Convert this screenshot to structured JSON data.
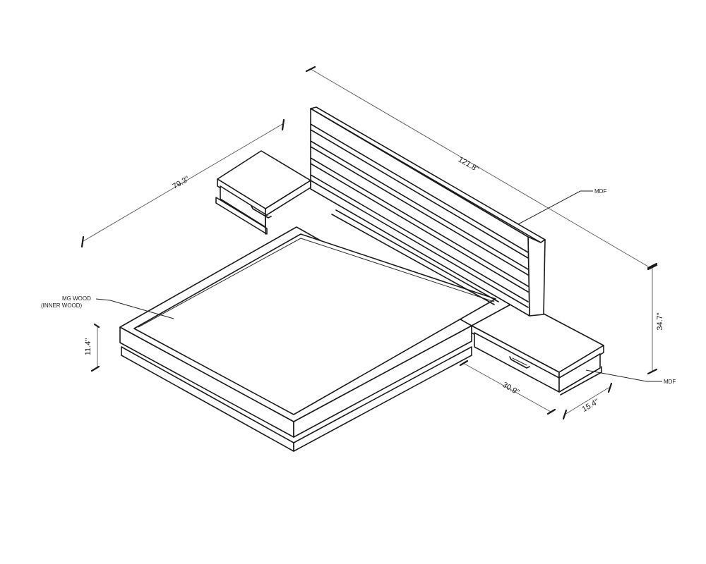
{
  "dimensions": {
    "headboard_length": "121.8\"",
    "bed_depth": "79.3\"",
    "headboard_height": "34.7\"",
    "platform_height": "11.4\"",
    "nightstand_width": "30.9\"",
    "nightstand_depth": "15.4\""
  },
  "callouts": {
    "headboard_material": "MDF",
    "nightstand_material": "MDF",
    "inner_material_line1": "MG WOOD",
    "inner_material_line2": "(INNER WOOD)"
  }
}
